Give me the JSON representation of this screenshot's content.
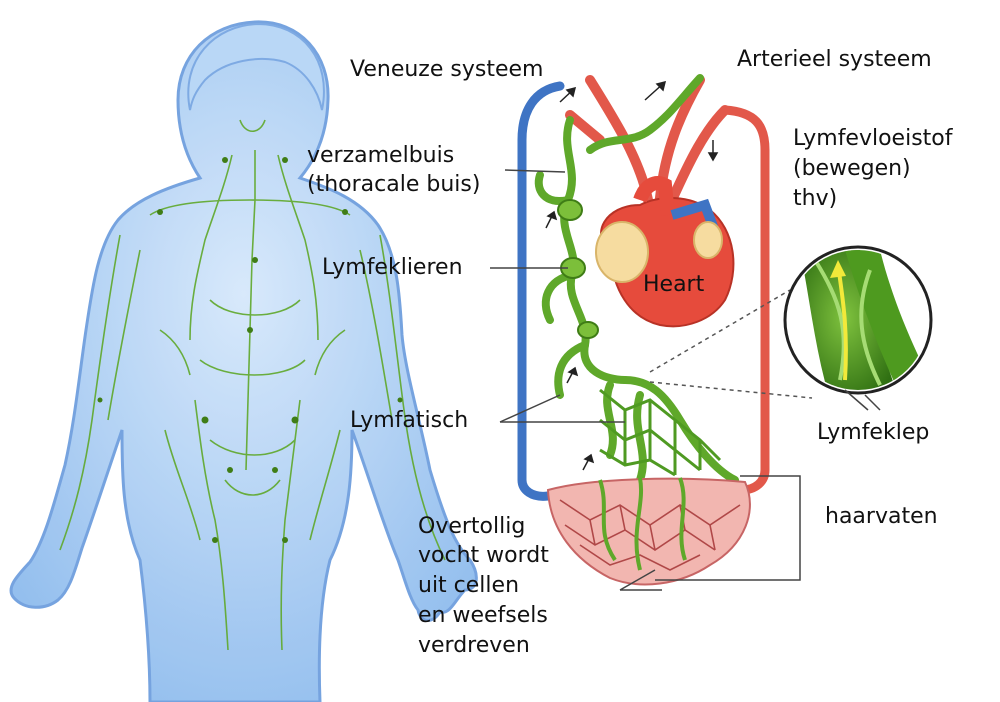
{
  "labels": {
    "venous_system": "Veneuze systeem",
    "arterial_system": "Arterieel systeem",
    "collecting_duct_line1": "verzamelbuis",
    "collecting_duct_line2": "(thoracale buis)",
    "lymph_fluid_line1": "Lymfevloeistof",
    "lymph_fluid_line2": "(bewegen)",
    "lymph_fluid_line3": "thv)",
    "lymph_nodes": "Lymfeklieren",
    "heart": "Heart",
    "lymphatic": "Lymfatisch",
    "lymph_valve": "Lymfeklep",
    "capillaries": "haarvaten",
    "excess_fluid_line1": "Overtollig",
    "excess_fluid_line2": "vocht wordt",
    "excess_fluid_line3": "uit cellen",
    "excess_fluid_line4": "en weefsels",
    "excess_fluid_line5": "verdreven"
  },
  "colors": {
    "body_fill": "#a9cdf4",
    "body_outline": "#6f9fde",
    "lymph_green": "#5fa82a",
    "lymph_green_dark": "#3f7d16",
    "vein_blue": "#3f74c4",
    "artery_red": "#e2584a",
    "heart_red": "#e64b3c",
    "fat_yellow": "#f6dca0",
    "tissue_pink": "#f2b6b0",
    "vessel_mesh": "#b04848",
    "label_text": "#111111"
  },
  "icons": {
    "flow_arrow": "flow-arrow-icon",
    "valve_inset": "lymph-valve-magnifier-icon"
  }
}
